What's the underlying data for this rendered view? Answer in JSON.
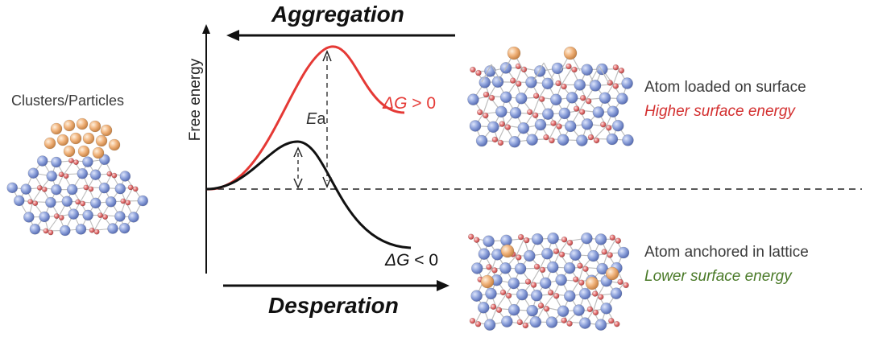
{
  "labels": {
    "clusters": "Clusters/Particles",
    "aggregation": "Aggregation",
    "desperation": "Desperation",
    "y_axis": "Free energy",
    "ea_symbol": "E",
    "ea_suffix": "a",
    "dg_symbol": "ΔG",
    "dg_positive": " > 0",
    "dg_negative": " < 0",
    "loaded_on_surface": "Atom loaded on surface",
    "higher_surface_energy": "Higher surface energy",
    "anchored_in_lattice": "Atom anchored in lattice",
    "lower_surface_energy": "Lower surface energy"
  },
  "colors": {
    "higher_energy": "#d32f2f",
    "lower_energy": "#4a7a28",
    "red_curve": "#e53935",
    "black_curve": "#111111",
    "orange_atom": "#f0b27a",
    "blue_atom": "#8fa3dc",
    "pink_atom": "#e57373",
    "bond": "#bdbdbd"
  },
  "icons": [
    "cluster-particle-model",
    "surface-loaded-crystal-model",
    "lattice-anchored-crystal-model"
  ]
}
